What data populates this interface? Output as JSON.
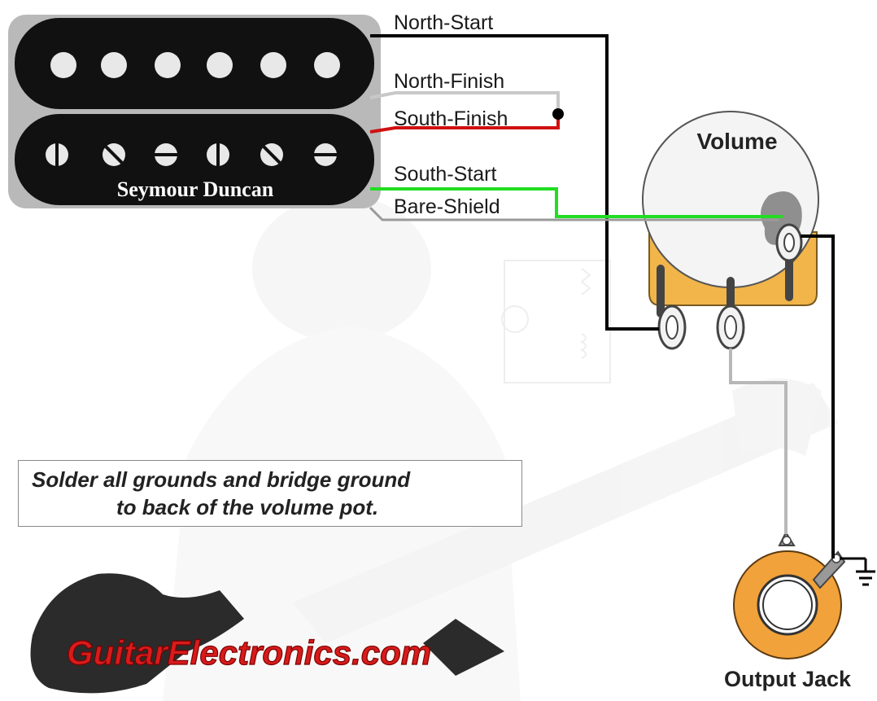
{
  "pickup": {
    "brand": "Seymour Duncan",
    "colors": {
      "body": "#111111",
      "plate": "#b9b9b9",
      "pole": "#e8e8e8"
    }
  },
  "wires": [
    {
      "label": "North-Start",
      "color": "#000000"
    },
    {
      "label": "North-Finish",
      "color": "#c8c8c8"
    },
    {
      "label": "South-Finish",
      "color": "#d01010"
    },
    {
      "label": "South-Start",
      "color": "#22dd22"
    },
    {
      "label": "Bare-Shield",
      "color": "#9a9a9a"
    }
  ],
  "pot": {
    "label": "Volume",
    "colors": {
      "face": "#f4f4f4",
      "body": "#f2b54a",
      "solder": "#8f8f8f"
    }
  },
  "jack": {
    "label": "Output Jack",
    "colors": {
      "ring": "#f2a23a"
    }
  },
  "note": {
    "line1": "Solder all grounds and bridge ground",
    "line2": "to back of the volume pot."
  },
  "logo": {
    "text": "GuitarElectronics.com",
    "color": "#d81b1b"
  },
  "icons": [
    "ground-symbol-icon",
    "solder-joint-icon"
  ]
}
